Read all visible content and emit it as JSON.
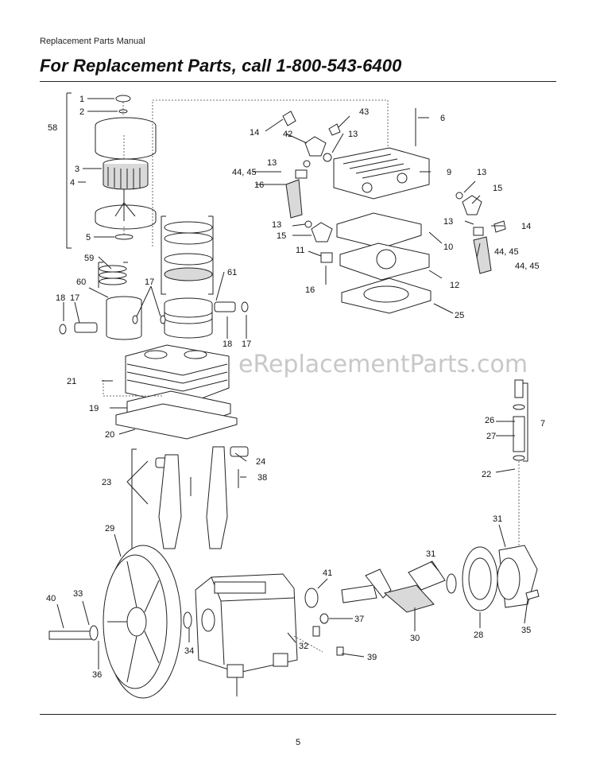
{
  "header": {
    "manual_label": "Replacement Parts Manual"
  },
  "title": "For Replacement Parts, call 1-800-543-6400",
  "watermark": "eReplacementParts.com",
  "page_number": "5",
  "labels": [
    "1",
    "2",
    "58",
    "3",
    "4",
    "5",
    "59",
    "60",
    "17",
    "18",
    "17",
    "61",
    "18",
    "17",
    "21",
    "19",
    "20",
    "14",
    "42",
    "43",
    "13",
    "6",
    "44, 45",
    "13",
    "9",
    "16",
    "13",
    "15",
    "13",
    "15",
    "13",
    "14",
    "10",
    "44, 45",
    "11",
    "44, 45",
    "16",
    "12",
    "25",
    "26",
    "7",
    "27",
    "22",
    "23",
    "24",
    "38",
    "29",
    "31",
    "31",
    "41",
    "40",
    "33",
    "37",
    "34",
    "32",
    "30",
    "28",
    "35",
    "39",
    "36"
  ]
}
